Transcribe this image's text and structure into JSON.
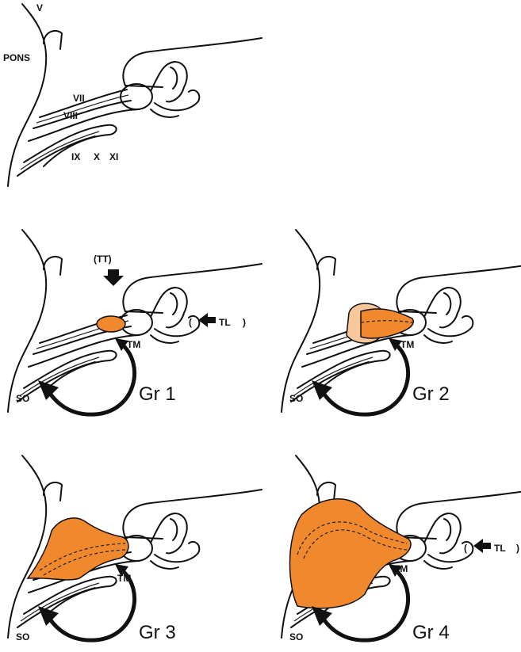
{
  "figure": {
    "tumor_color": "#f0892e",
    "reference_panel": {
      "labels": {
        "v": "V",
        "pons": "PONS",
        "vii": "VII",
        "viii": "VIII",
        "ix": "IX",
        "x": "X",
        "xi": "XI"
      }
    },
    "panels": [
      {
        "grade": "Gr 1",
        "tm": "TM",
        "so": "SO",
        "tt": "(TT)",
        "tl": "TL"
      },
      {
        "grade": "Gr 2",
        "tm": "TM",
        "so": "SO"
      },
      {
        "grade": "Gr 3",
        "tm": "TM",
        "so": "SO"
      },
      {
        "grade": "Gr 4",
        "tm": "TM",
        "so": "SO",
        "tl": "TL"
      }
    ]
  }
}
